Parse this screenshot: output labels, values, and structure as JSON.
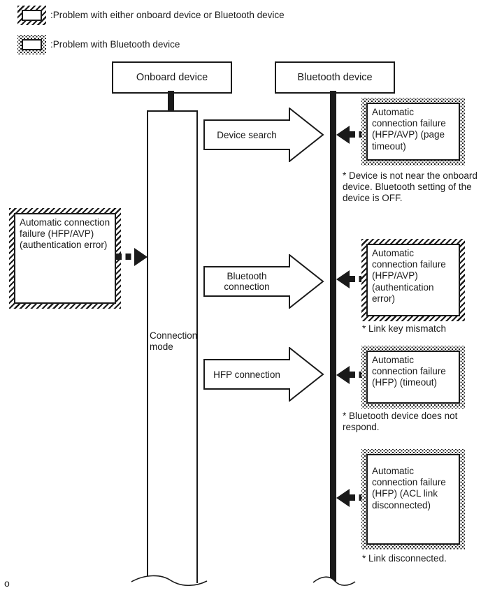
{
  "legend": {
    "items": [
      {
        "style": "hatched",
        "label": ":Problem with either onboard device or Bluetooth device"
      },
      {
        "style": "dotted",
        "label": ":Problem with Bluetooth device"
      }
    ]
  },
  "headers": {
    "onboard": "Onboard device",
    "bluetooth": "Bluetooth device"
  },
  "lifeline": {
    "mode_label": "Connection mode"
  },
  "flow_arrows": [
    {
      "label": "Device search"
    },
    {
      "label": "Bluetooth connection"
    },
    {
      "label": "HFP connection"
    }
  ],
  "failures": {
    "left": {
      "style": "hatched",
      "text": "Automatic connection failure (HFP/AVP) (authentication error)"
    },
    "right": [
      {
        "style": "dotted",
        "text": "Automatic connection failure (HFP/AVP) (page timeout)",
        "note": "* Device is not near the onboard device. Bluetooth setting of the device is OFF."
      },
      {
        "style": "hatched",
        "text": "Automatic connection failure (HFP/AVP) (authentication error)",
        "note": "* Link key mismatch"
      },
      {
        "style": "dotted",
        "text": "Automatic connection failure (HFP) (timeout)",
        "note": "* Bluetooth device does not respond."
      },
      {
        "style": "dotted",
        "text": "Automatic connection failure (HFP) (ACL link disconnected)",
        "note": "* Link disconnected."
      }
    ]
  },
  "footer": {
    "page_mark": "o"
  }
}
